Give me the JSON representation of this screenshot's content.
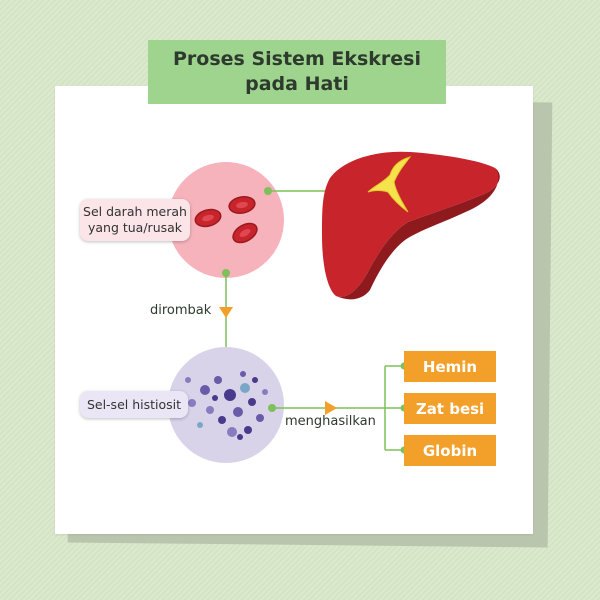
{
  "title": {
    "line1": "Proses Sistem Ekskresi",
    "line2": "pada Hati"
  },
  "labels": {
    "blood_cells": "Sel darah merah yang tua/rusak",
    "histiocytes": "Sel-sel histiosit",
    "dirombak": "dirombak",
    "menghasilkan": "menghasilkan"
  },
  "outputs": [
    {
      "label": "Hemin"
    },
    {
      "label": "Zat besi"
    },
    {
      "label": "Globin"
    }
  ],
  "colors": {
    "background": "#d8e7c9",
    "title_bg": "#9fd48f",
    "connector": "#7ec05a",
    "arrow": "#f2a02a",
    "output_box": "#f2a02a",
    "blood_circle": "#f6b3bb",
    "cell_circle": "#d9d3ea",
    "liver": "#c8242b"
  }
}
